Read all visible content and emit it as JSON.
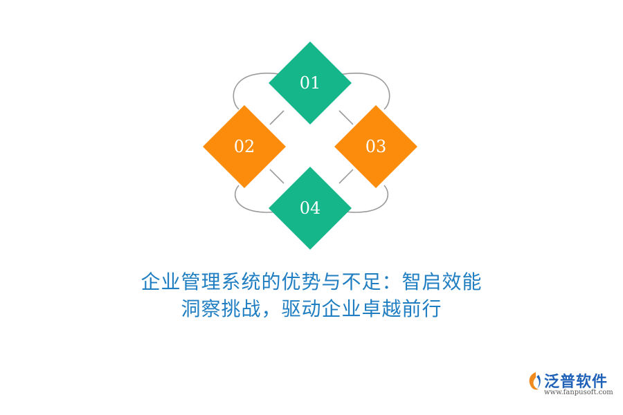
{
  "diagram": {
    "nodes": [
      {
        "label": "01",
        "color": "#16b68b"
      },
      {
        "label": "02",
        "color": "#fb8c0c"
      },
      {
        "label": "03",
        "color": "#fb8c0c"
      },
      {
        "label": "04",
        "color": "#16b68b"
      }
    ],
    "connector_color": "#9a9a9a"
  },
  "title": {
    "line1": "企业管理系统的优势与不足：智启效能",
    "line2": "洞察挑战，驱动企业卓越前行",
    "color": "#1f7ec2"
  },
  "logo": {
    "name": "泛普软件",
    "url": "www.fanpusoft.com",
    "icon": "fanpu-logo-icon"
  }
}
